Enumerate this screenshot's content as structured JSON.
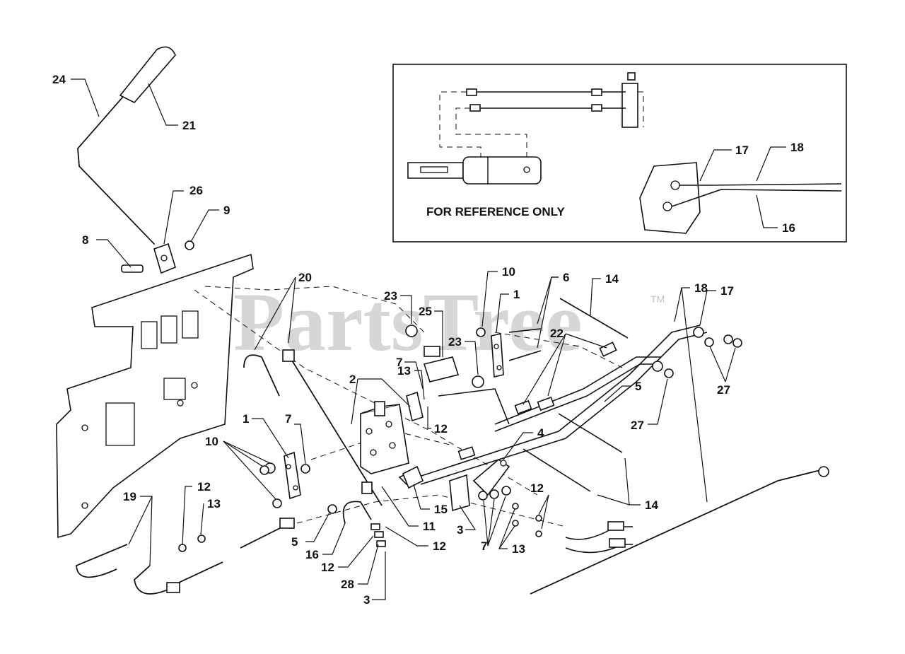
{
  "watermark": {
    "text": "PartsTree",
    "trademark": "TM"
  },
  "reference_box": {
    "title": "FOR REFERENCE ONLY"
  },
  "callouts": {
    "c24": "24",
    "c21": "21",
    "c26": "26",
    "c9": "9",
    "c8": "8",
    "c20": "20",
    "c23a": "23",
    "c25": "25",
    "c10a": "10",
    "c1a": "1",
    "c6": "6",
    "c14a": "14",
    "c18a": "18",
    "c17a": "17",
    "c23b": "23",
    "c22": "22",
    "c7a": "7",
    "c13a": "13",
    "c2": "2",
    "c12a": "12",
    "c5a": "5",
    "c27a": "27",
    "c27b": "27",
    "c1b": "1",
    "c7b": "7",
    "c10b": "10",
    "c4": "4",
    "c19": "19",
    "c12b": "12",
    "c13b": "13",
    "c12c": "12",
    "c15": "15",
    "c5b": "5",
    "c16a": "16",
    "c11": "11",
    "c12d": "12",
    "c12e": "12",
    "c28": "28",
    "c3a": "3",
    "c3b": "3",
    "c7c": "7",
    "c13c": "13",
    "c14b": "14",
    "r17": "17",
    "r18": "18",
    "r16": "16"
  }
}
